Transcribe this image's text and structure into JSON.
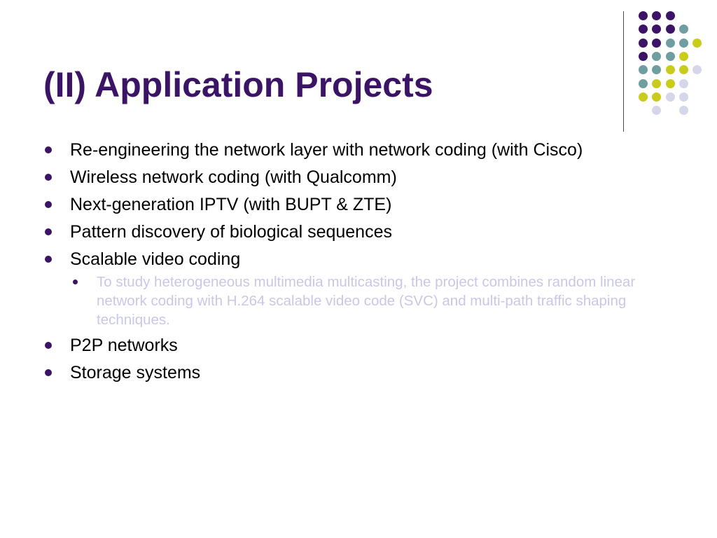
{
  "slide": {
    "title": "(II) Application Projects",
    "bullets": [
      {
        "text": "Re-engineering the network layer with network coding (with Cisco)"
      },
      {
        "text": "Wireless network coding (with Qualcomm)"
      },
      {
        "text": "Next-generation IPTV (with BUPT & ZTE)"
      },
      {
        "text": "Pattern discovery of biological sequences"
      },
      {
        "text": "Scalable video coding",
        "sub_bullets": [
          {
            "text": "To study heterogeneous multimedia multicasting, the project combines random linear network coding with H.264 scalable video code (SVC) and multi-path traffic shaping techniques."
          }
        ]
      },
      {
        "text": "P2P networks"
      },
      {
        "text": "Storage systems"
      }
    ]
  },
  "decoration": {
    "dot_colors": {
      "purple": "#3b1466",
      "teal": "#6f9ea0",
      "olive": "#c9cc1a",
      "lavender": "#d6d6ea"
    },
    "dot_grid": [
      [
        "purple",
        "purple",
        "purple",
        "",
        ""
      ],
      [
        "purple",
        "purple",
        "purple",
        "teal",
        ""
      ],
      [
        "purple",
        "purple",
        "teal",
        "teal",
        "olive"
      ],
      [
        "purple",
        "teal",
        "teal",
        "olive",
        ""
      ],
      [
        "teal",
        "teal",
        "olive",
        "olive",
        "lavender"
      ],
      [
        "teal",
        "olive",
        "olive",
        "lavender",
        ""
      ],
      [
        "olive",
        "olive",
        "lavender",
        "lavender",
        ""
      ],
      [
        "",
        "lavender",
        "",
        "lavender",
        ""
      ]
    ]
  },
  "colors": {
    "title": "#3b1466",
    "bullet_marker": "#3b1466",
    "body_text": "#000000",
    "sub_text": "#c8c8e6"
  }
}
